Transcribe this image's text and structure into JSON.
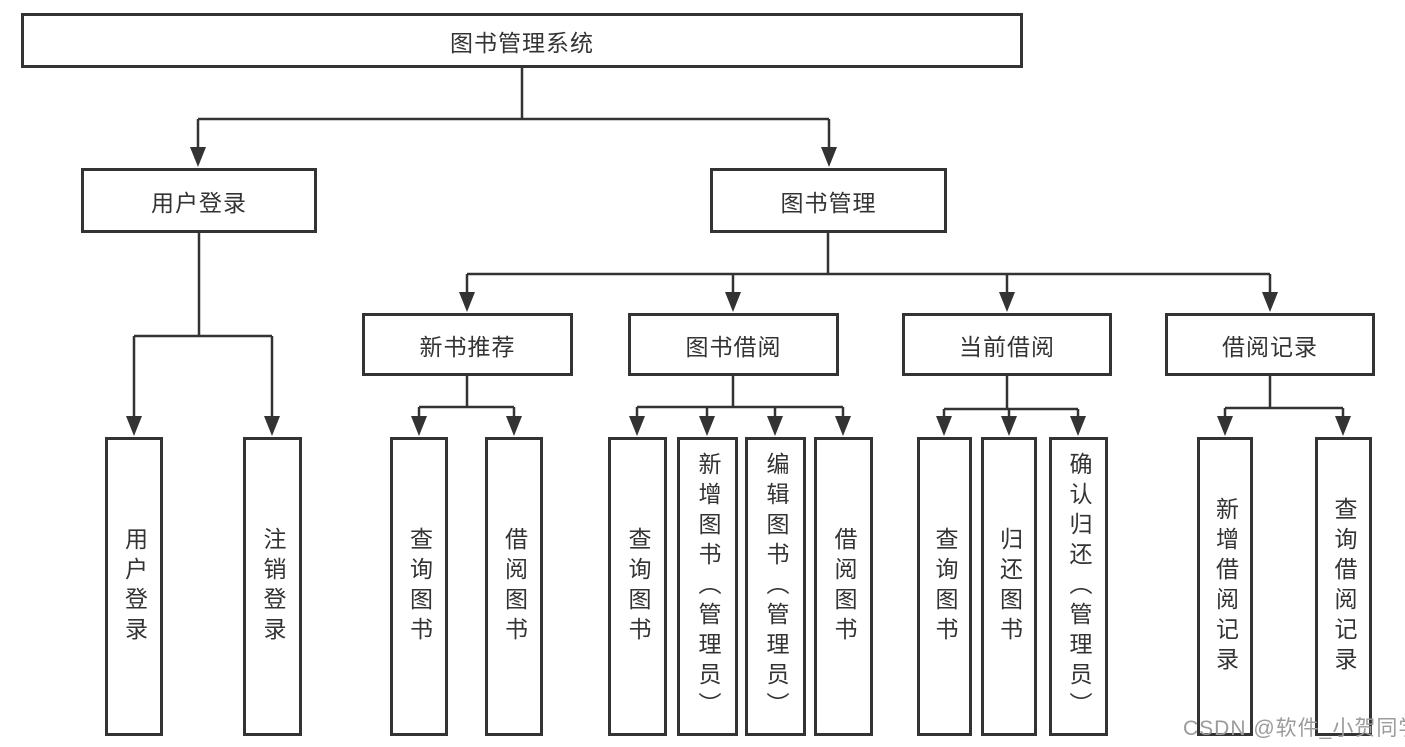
{
  "title": {
    "label": "图书管理系统"
  },
  "branches": {
    "user_login": {
      "label": "用户登录",
      "children": [
        "用户登录",
        "注销登录"
      ]
    },
    "book_mgmt": {
      "label": "图书管理"
    }
  },
  "modules": {
    "new_book": {
      "label": "新书推荐",
      "children": [
        "查询图书",
        "借阅图书"
      ]
    },
    "borrow": {
      "label": "图书借阅",
      "children": [
        "查询图书",
        "新增图书（管理员）",
        "编辑图书（管理员）",
        "借阅图书"
      ]
    },
    "current": {
      "label": "当前借阅",
      "children": [
        "查询图书",
        "归还图书",
        "确认归还（管理员）"
      ]
    },
    "records": {
      "label": "借阅记录",
      "children": [
        "新增借阅记录",
        "查询借阅记录"
      ]
    }
  },
  "watermark": "CSDN @软件_小贺同学",
  "colors": {
    "line": "#333333",
    "text": "#333333",
    "background": "#ffffff",
    "watermark": "#9b9b9b"
  }
}
